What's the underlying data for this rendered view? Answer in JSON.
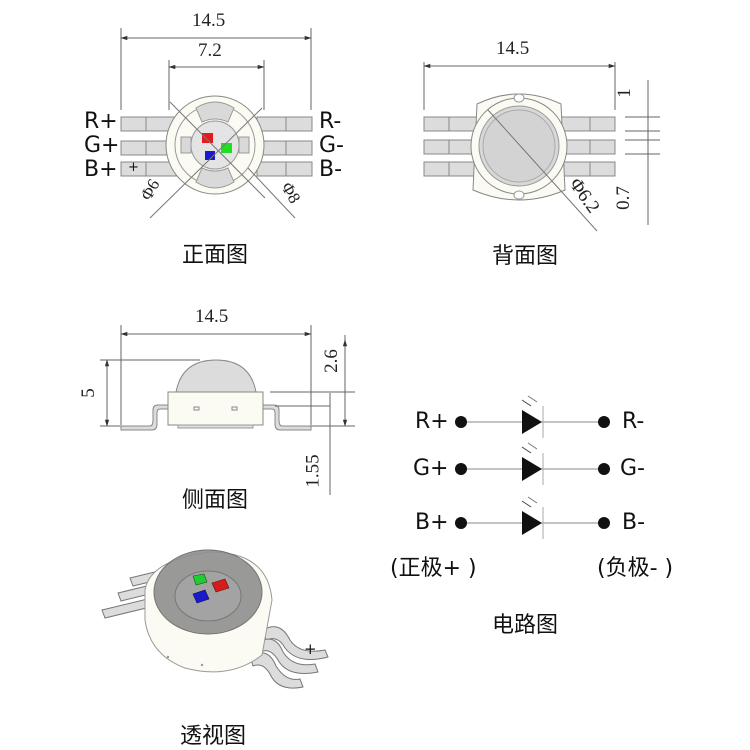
{
  "colors": {
    "red_chip": "#e51b1b",
    "green_chip": "#22dd22",
    "blue_chip": "#1a1acc",
    "body_fill": "#fbfaf3",
    "lead_fill": "#dcdcdc",
    "lens_fill": "#d8d8d8",
    "line": "#555555"
  },
  "front_view": {
    "caption": "正面图",
    "dim_total_width": "14.5",
    "dim_inner_width": "7.2",
    "dim_inner_diameter": "Φ6",
    "dim_outer_diameter": "Φ8",
    "pins_left": [
      "R+",
      "G+",
      "B+"
    ],
    "pins_right": [
      "R-",
      "G-",
      "B-"
    ],
    "plus_mark": "+"
  },
  "back_view": {
    "caption": "背面图",
    "dim_total_width": "14.5",
    "dim_diameter": "Φ6.2",
    "dim_lead_width": "1",
    "dim_lead_gap": "0.7"
  },
  "side_view": {
    "caption": "侧面图",
    "dim_total_width": "14.5",
    "dim_height": "5",
    "dim_lens_height": "2.6",
    "dim_body_height": "1.55"
  },
  "perspective_view": {
    "caption": "透视图",
    "plus_mark": "+"
  },
  "circuit": {
    "caption": "电路图",
    "rows": [
      {
        "left": "R+",
        "right": "R-"
      },
      {
        "left": "G+",
        "right": "G-"
      },
      {
        "left": "B+",
        "right": "B-"
      }
    ],
    "anode_label": "(正极+ )",
    "cathode_label": "(负极- )"
  }
}
